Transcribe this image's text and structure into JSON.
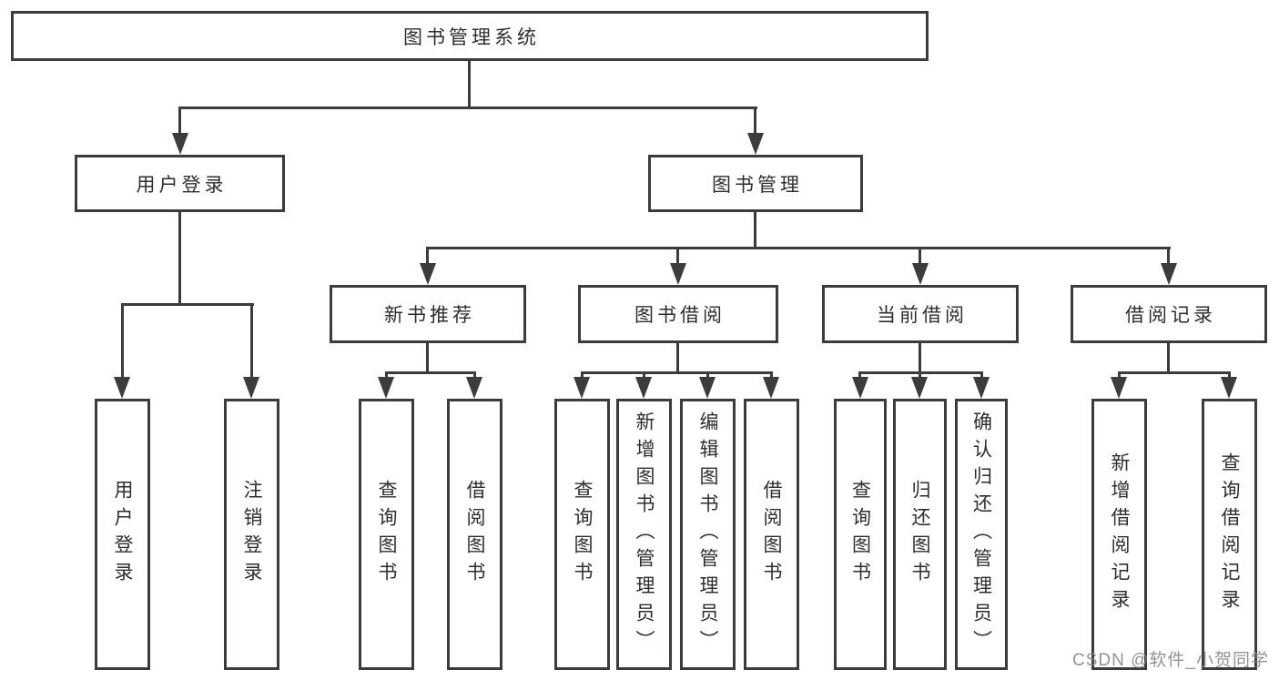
{
  "diagram_type": "hierarchy-tree",
  "tree": {
    "label": "图书管理系统",
    "children": [
      {
        "label": "用户登录",
        "children": [
          {
            "label": "用户登录"
          },
          {
            "label": "注销登录"
          }
        ]
      },
      {
        "label": "图书管理",
        "children": [
          {
            "label": "新书推荐",
            "children": [
              {
                "label": "查询图书"
              },
              {
                "label": "借阅图书"
              }
            ]
          },
          {
            "label": "图书借阅",
            "children": [
              {
                "label": "查询图书"
              },
              {
                "label": "新增图书（管理员）"
              },
              {
                "label": "编辑图书（管理员）"
              },
              {
                "label": "借阅图书"
              }
            ]
          },
          {
            "label": "当前借阅",
            "children": [
              {
                "label": "查询图书"
              },
              {
                "label": "归还图书"
              },
              {
                "label": "确认归还（管理员）"
              }
            ]
          },
          {
            "label": "借阅记录",
            "children": [
              {
                "label": "新增借阅记录"
              },
              {
                "label": "查询借阅记录"
              }
            ]
          }
        ]
      }
    ]
  },
  "watermark": {
    "text": "CSDN @软件_小贺同学",
    "color": "#878787"
  },
  "colors": {
    "background": "#ffffff",
    "line": "#3c3c3c",
    "box_border": "#3c3c3c",
    "text": "#2e2e2e"
  }
}
